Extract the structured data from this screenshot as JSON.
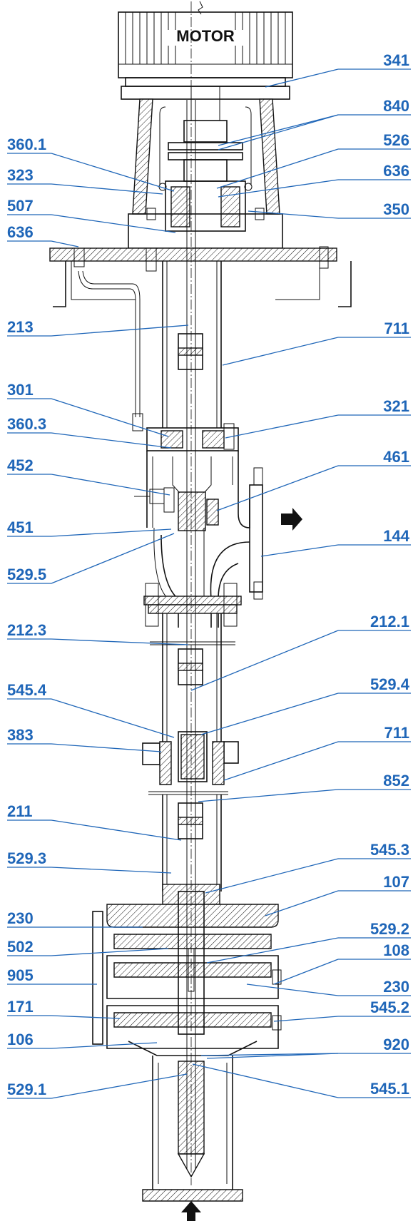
{
  "motor_label": "MOTOR",
  "colors": {
    "label": "#1f66b8",
    "line": "#111111"
  },
  "labels_left": [
    {
      "text": "360.1"
    },
    {
      "text": "323"
    },
    {
      "text": "507"
    },
    {
      "text": "636"
    },
    {
      "text": "213"
    },
    {
      "text": "301"
    },
    {
      "text": "360.3"
    },
    {
      "text": "452"
    },
    {
      "text": "451"
    },
    {
      "text": "529.5"
    },
    {
      "text": "212.3"
    },
    {
      "text": "545.4"
    },
    {
      "text": "383"
    },
    {
      "text": "211"
    },
    {
      "text": "529.3"
    },
    {
      "text": "230"
    },
    {
      "text": "502"
    },
    {
      "text": "905"
    },
    {
      "text": "171"
    },
    {
      "text": "106"
    },
    {
      "text": "529.1"
    }
  ],
  "labels_right": [
    {
      "text": "341"
    },
    {
      "text": "840"
    },
    {
      "text": "526"
    },
    {
      "text": "636"
    },
    {
      "text": "350"
    },
    {
      "text": "711"
    },
    {
      "text": "321"
    },
    {
      "text": "461"
    },
    {
      "text": "144"
    },
    {
      "text": "212.1"
    },
    {
      "text": "529.4"
    },
    {
      "text": "711"
    },
    {
      "text": "852"
    },
    {
      "text": "545.3"
    },
    {
      "text": "107"
    },
    {
      "text": "529.2"
    },
    {
      "text": "108"
    },
    {
      "text": "230"
    },
    {
      "text": "545.2"
    },
    {
      "text": "920"
    },
    {
      "text": "545.1"
    }
  ],
  "icons": [
    "outlet-arrow-icon",
    "inlet-arrow-icon"
  ]
}
